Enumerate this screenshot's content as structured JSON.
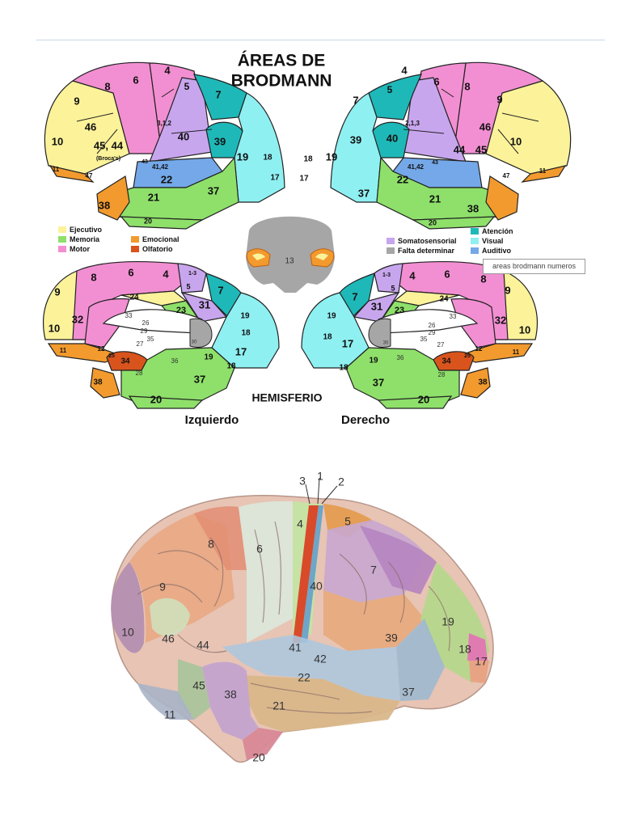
{
  "title_lines": [
    "ÁREAS DE",
    "BRODMANN"
  ],
  "hemisferio": "HEMISFERIO",
  "izquierdo": "Izquierdo",
  "derecho": "Derecho",
  "caption_tooltip": "areas brodmann numeros",
  "legend_left": [
    {
      "label": "Ejecutivo",
      "color": "#fbf29a"
    },
    {
      "label": "Memoria",
      "color": "#8ee06a"
    },
    {
      "label": "Motor",
      "color": "#f28fd2"
    },
    {
      "label": "Emocional",
      "color": "#f29a2e"
    },
    {
      "label": "Olfatorio",
      "color": "#d9541c"
    }
  ],
  "legend_right": [
    {
      "label": "Atención",
      "color": "#1fb8b8"
    },
    {
      "label": "Somatosensorial",
      "color": "#c8a6ee"
    },
    {
      "label": "Visual",
      "color": "#8ff0f2"
    },
    {
      "label": "Falta determinar",
      "color": "#a6a6a6"
    },
    {
      "label": "Auditivo",
      "color": "#74a8e8"
    }
  ],
  "center_label": "13",
  "lateral_left_labels": [
    "4",
    "8",
    "6",
    "5",
    "7",
    "9",
    "3,1,2",
    "46",
    "40",
    "39",
    "10",
    "45, 44",
    "(Broca's)",
    "43",
    "19",
    "18",
    "41,42",
    "11",
    "47",
    "22",
    "17",
    "37",
    "38",
    "21",
    "20"
  ],
  "lateral_right_labels": [
    "4",
    "6",
    "8",
    "5",
    "9",
    "7",
    "2,1,3",
    "46",
    "40",
    "39",
    "10",
    "44",
    "45",
    "19",
    "18",
    "43",
    "41,42",
    "47",
    "11",
    "17",
    "22",
    "37",
    "21",
    "38",
    "20"
  ],
  "medial_left_labels": [
    "6",
    "4",
    "1-3",
    "8",
    "5",
    "7",
    "9",
    "24",
    "31",
    "33",
    "23",
    "32",
    "19",
    "26",
    "29",
    "10",
    "30",
    "18",
    "35",
    "27",
    "17",
    "11",
    "12",
    "25",
    "34",
    "19",
    "18",
    "28",
    "36",
    "38",
    "37",
    "20"
  ],
  "medial_right_labels": [
    "1-3",
    "4",
    "6",
    "8",
    "5",
    "7",
    "9",
    "31",
    "23",
    "24",
    "33",
    "19",
    "32",
    "26",
    "29",
    "18",
    "30",
    "35",
    "10",
    "17",
    "27",
    "12",
    "11",
    "25",
    "34",
    "19",
    "18",
    "28",
    "36",
    "38",
    "37",
    "20"
  ],
  "photo_top_labels": [
    "3",
    "1",
    "2"
  ],
  "photo_labels": [
    "4",
    "5",
    "8",
    "6",
    "7",
    "40",
    "9",
    "10",
    "46",
    "44",
    "19",
    "41",
    "39",
    "18",
    "42",
    "17",
    "22",
    "45",
    "38",
    "37",
    "21",
    "11",
    "20"
  ]
}
